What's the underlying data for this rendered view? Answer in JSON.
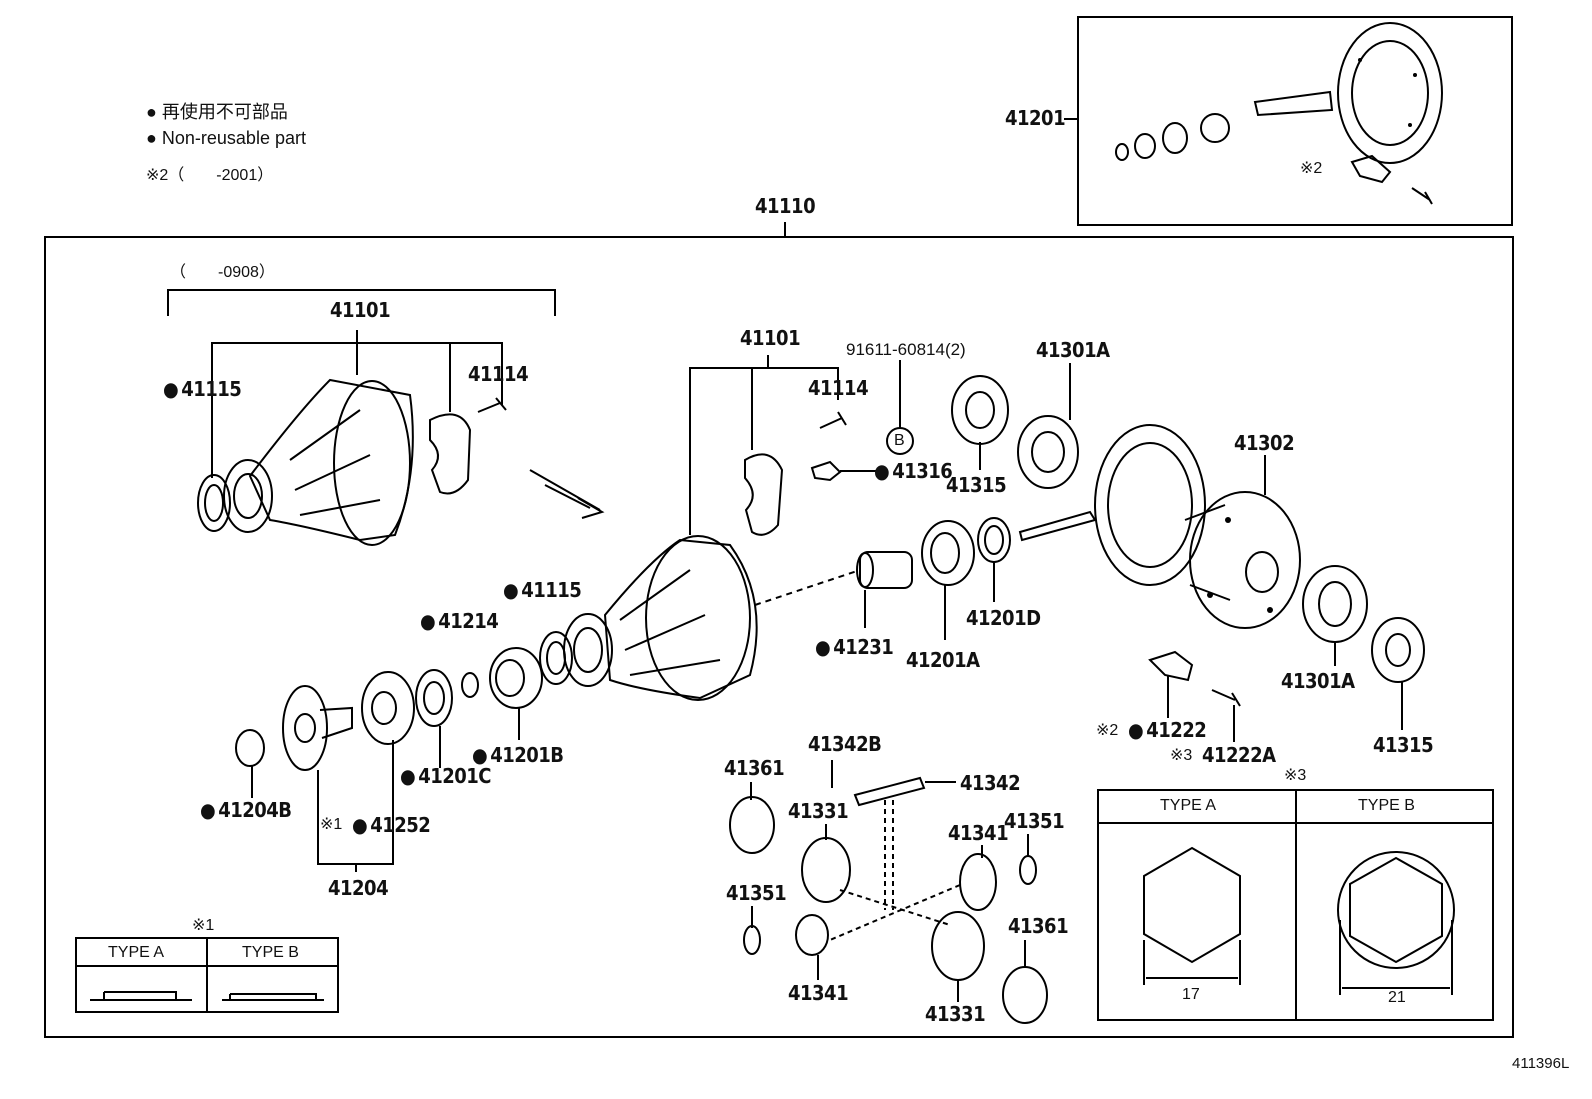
{
  "legend": {
    "dot": "●",
    "jp": "再使用不可部品",
    "en": "Non-reusable part",
    "note2": "※2（　　-2001）"
  },
  "bracket_note": "（　　-0908）",
  "assembly_label": "41110",
  "kit_label": "41201",
  "kit_note": "※2",
  "labels": {
    "l41101a": "41101",
    "l41115a": "41115",
    "l41114a": "41114",
    "l41101b": "41101",
    "l41114b": "41114",
    "l91611": "91611-60814(2)",
    "l41301a_top": "41301A",
    "l41316": "41316",
    "l41315_top": "41315",
    "l41302": "41302",
    "l41115b": "41115",
    "l41214": "41214",
    "l41231": "41231",
    "l41201a": "41201A",
    "l41201d": "41201D",
    "l41201b": "41201B",
    "l41201c": "41201C",
    "l41204b": "41204B",
    "l41252": "41252",
    "l41252_note": "※1",
    "l41204": "41204",
    "l41301a_bot": "41301A",
    "l41315_bot": "41315",
    "l41222": "41222",
    "l41222_note": "※2",
    "l41222a": "41222A",
    "l41222a_note": "※3",
    "l41342b": "41342B",
    "l41342": "41342",
    "l41361a": "41361",
    "l41331a": "41331",
    "l41341a": "41341",
    "l41351a": "41351",
    "l41351b": "41351",
    "l41341b": "41341",
    "l41331b": "41331",
    "l41361b": "41361"
  },
  "callout_b": "B",
  "table1": {
    "note": "※1",
    "type_a": "TYPE A",
    "type_b": "TYPE B"
  },
  "table3": {
    "note": "※3",
    "type_a": "TYPE A",
    "type_b": "TYPE B",
    "dim_a": "17",
    "dim_b": "21"
  },
  "ref_code": "411396L"
}
